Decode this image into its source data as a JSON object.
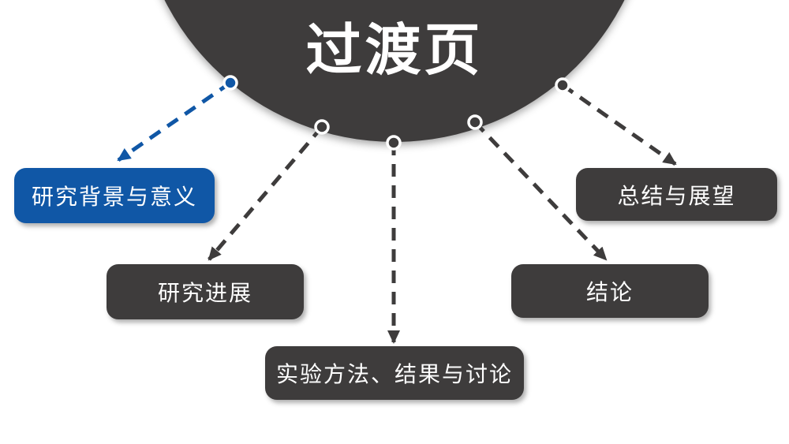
{
  "slide": {
    "title": "过渡页",
    "colors": {
      "accent_blue": "#1057A6",
      "dark_gray": "#3E3C3C",
      "text": "#FFFFFF",
      "background": "#FFFFFF"
    },
    "nodes": [
      {
        "label": "研究背景与意义",
        "highlighted": true
      },
      {
        "label": "研究进展",
        "highlighted": false
      },
      {
        "label": "实验方法、结果与讨论",
        "highlighted": false
      },
      {
        "label": "结论",
        "highlighted": false
      },
      {
        "label": "总结与展望",
        "highlighted": false
      }
    ]
  }
}
